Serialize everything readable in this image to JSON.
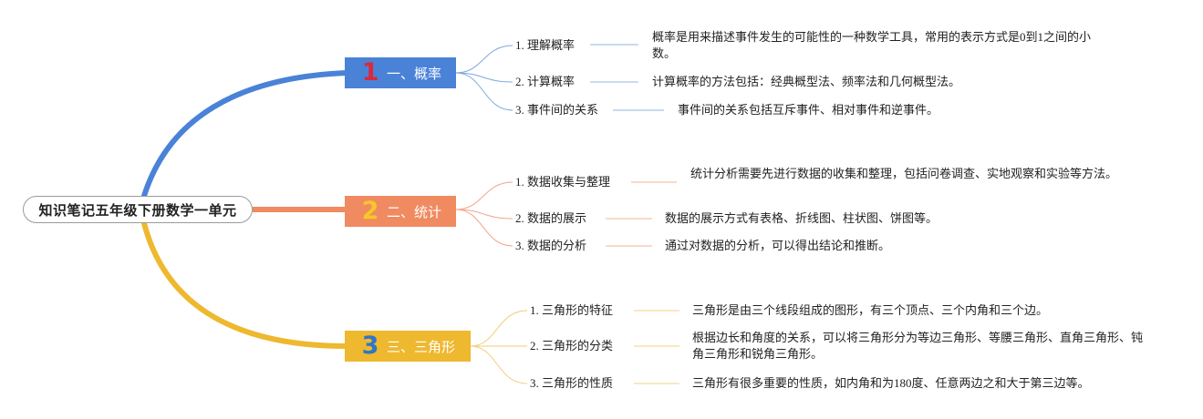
{
  "root": {
    "label": "知识笔记五年级下册数学一单元"
  },
  "colors": {
    "blue": "#4a82d8",
    "orange": "#f08a60",
    "yellow": "#eeb82f"
  },
  "branches": [
    {
      "number": "1",
      "label": "一、概率",
      "items": [
        {
          "label": "1. 理解概率",
          "desc": "概率是用来描述事件发生的可能性的一种数学工具，常用的表示方式是0到1之间的小数。"
        },
        {
          "label": "2. 计算概率",
          "desc": "计算概率的方法包括：经典概型法、频率法和几何概型法。"
        },
        {
          "label": "3. 事件间的关系",
          "desc": "事件间的关系包括互斥事件、相对事件和逆事件。"
        }
      ]
    },
    {
      "number": "2",
      "label": "二、统计",
      "items": [
        {
          "label": "1. 数据收集与整理",
          "desc": "统计分析需要先进行数据的收集和整理，包括问卷调查、实地观察和实验等方法。"
        },
        {
          "label": "2. 数据的展示",
          "desc": "数据的展示方式有表格、折线图、柱状图、饼图等。"
        },
        {
          "label": "3. 数据的分析",
          "desc": "通过对数据的分析，可以得出结论和推断。"
        }
      ]
    },
    {
      "number": "3",
      "label": "三、三角形",
      "items": [
        {
          "label": "1. 三角形的特征",
          "desc": "三角形是由三个线段组成的图形，有三个顶点、三个内角和三个边。"
        },
        {
          "label": "2. 三角形的分类",
          "desc": "根据边长和角度的关系，可以将三角形分为等边三角形、等腰三角形、直角三角形、钝角三角形和锐角三角形。"
        },
        {
          "label": "3. 三角形的性质",
          "desc": "三角形有很多重要的性质，如内角和为180度、任意两边之和大于第三边等。"
        }
      ]
    }
  ]
}
